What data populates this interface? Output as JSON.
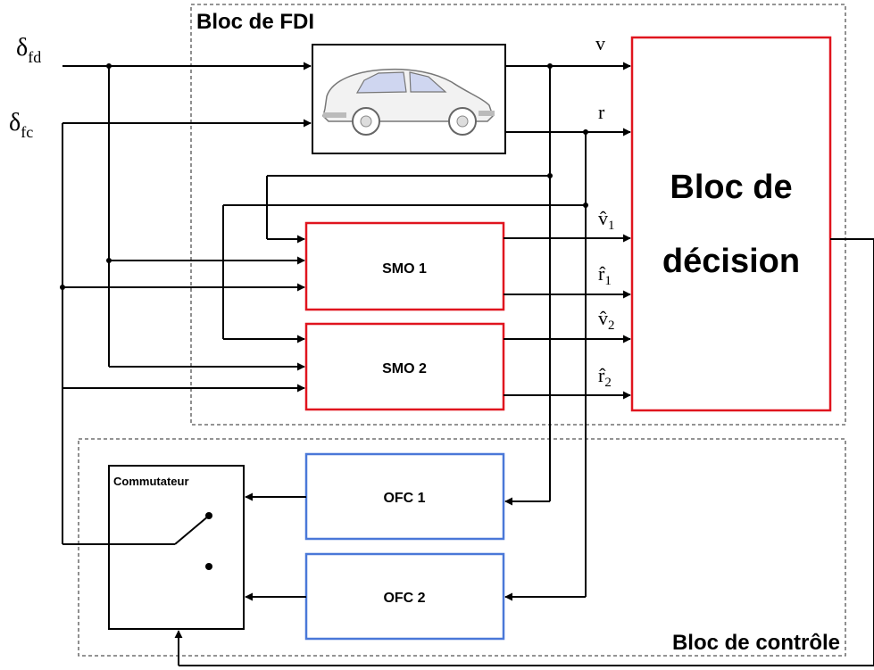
{
  "blocks": {
    "fdi_label": "Bloc de FDI",
    "control_label": "Bloc de contrôle",
    "decision_line1": "Bloc de",
    "decision_line2": "décision",
    "smo1": "SMO 1",
    "smo2": "SMO 2",
    "ofc1": "OFC 1",
    "ofc2": "OFC 2",
    "commutateur": "Commutateur"
  },
  "signals": {
    "delta_fd": {
      "base": "δ",
      "sub": "fd"
    },
    "delta_fc": {
      "base": "δ",
      "sub": "fc"
    },
    "v": "v",
    "r": "r",
    "v1_hat": {
      "base": "v̂",
      "sub": "1"
    },
    "r1_hat": {
      "base": "r̂",
      "sub": "1"
    },
    "v2_hat": {
      "base": "v̂",
      "sub": "2"
    },
    "r2_hat": {
      "base": "r̂",
      "sub": "2"
    }
  },
  "colors": {
    "smo_border": "#e0141e",
    "decision_border": "#e0141e",
    "ofc_border": "#4a78d8",
    "line": "#000000",
    "dashed": "#555555"
  },
  "icons": {
    "vehicle": "car-icon"
  }
}
